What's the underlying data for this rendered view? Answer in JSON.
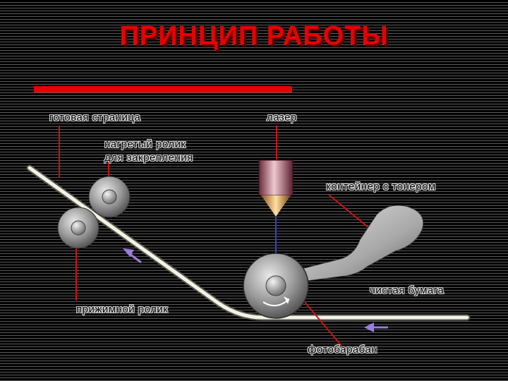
{
  "slide": {
    "title": "ПРИНЦИП РАБОТЫ",
    "labels": {
      "ready_page": "готовая страница",
      "laser": "лазер",
      "heated_roller": "нагретый ролик",
      "heated_roller_sub": "для закрепления",
      "toner_container": "контейнер с тонером",
      "clean_paper": "чистая бумага",
      "pressure_roller": "прижимной ролик",
      "photo_drum": "фотобарабан"
    }
  },
  "colors": {
    "title": "#e80000",
    "leader_lines": "#d01010",
    "laser_beam": "#3b3bd8",
    "paper_arrows": "#9a7ce0"
  }
}
